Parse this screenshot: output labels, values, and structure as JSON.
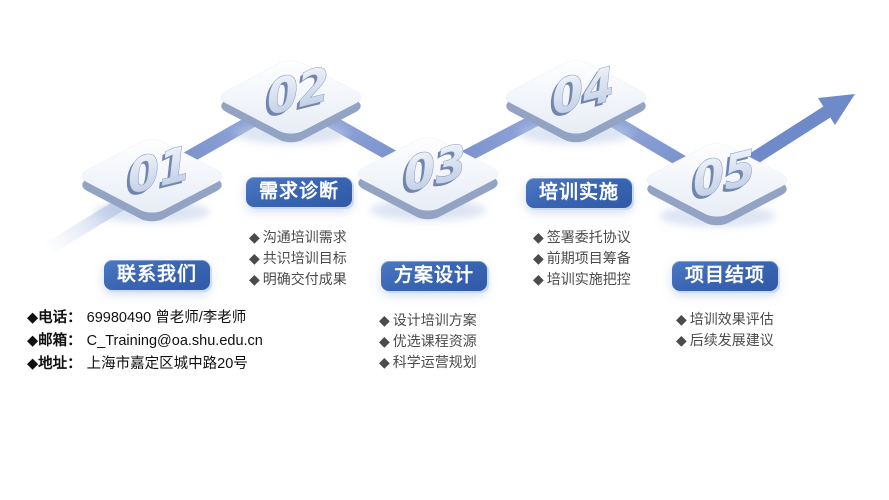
{
  "steps": [
    {
      "number": "01",
      "label": "联系我们",
      "bullets": []
    },
    {
      "number": "02",
      "label": "需求诊断",
      "bullets": [
        "沟通培训需求",
        "共识培训目标",
        "明确交付成果"
      ]
    },
    {
      "number": "03",
      "label": "方案设计",
      "bullets": [
        "设计培训方案",
        "优选课程资源",
        "科学运营规划"
      ]
    },
    {
      "number": "04",
      "label": "培训实施",
      "bullets": [
        "签署委托协议",
        "前期项目筹备",
        "培训实施把控"
      ]
    },
    {
      "number": "05",
      "label": "项目结项",
      "bullets": [
        "培训效果评估",
        "后续发展建议"
      ]
    }
  ],
  "bullet_marker": "◆",
  "contact": {
    "phone_label": "◆电话：",
    "phone_value": "69980490 曾老师/李老师",
    "email_label": "◆邮箱：",
    "email_value": "C_Training@oa.shu.edu.cn",
    "address_label": "◆地址：",
    "address_value": "上海市嘉定区城中路20号"
  },
  "colors": {
    "step_button_blue": "#3a66b3",
    "ribbon_dark": "#7088c6",
    "ribbon_light": "#9db1e0",
    "arrow_blue": "#6e8ac8",
    "platform_side": "#92a3c4",
    "platform_top": "#f7fafd",
    "bullet_text": "#4b4b4b"
  }
}
